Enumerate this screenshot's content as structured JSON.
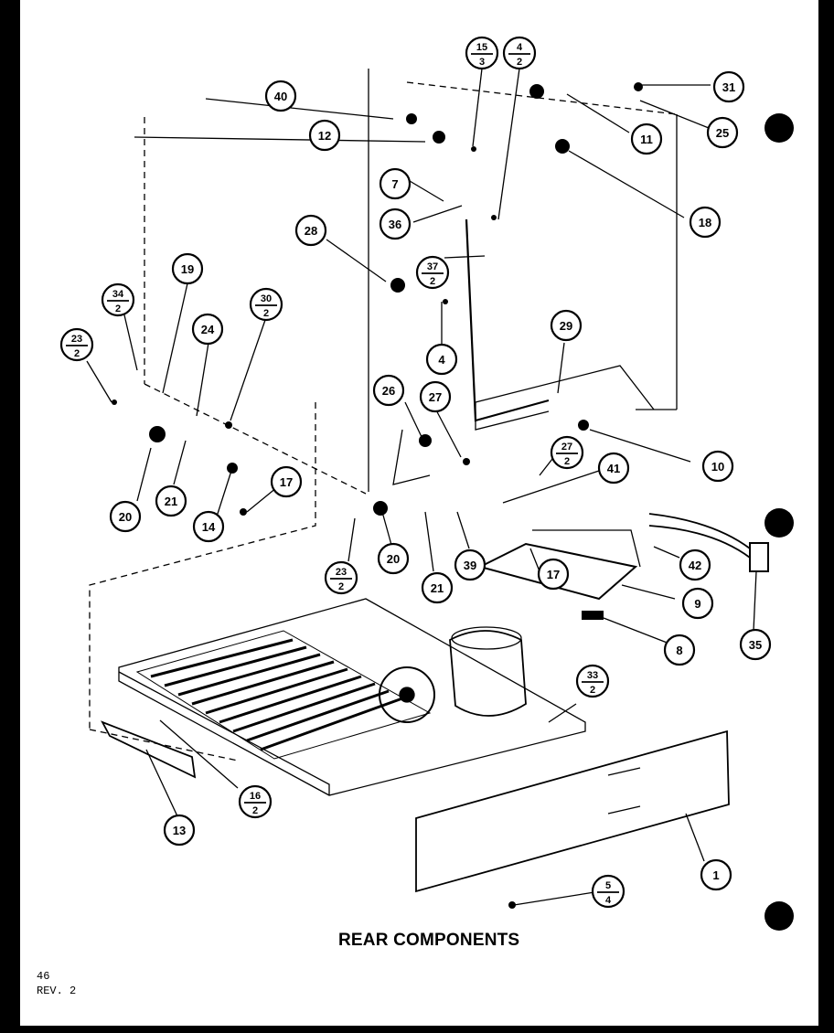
{
  "caption": "REAR COMPONENTS",
  "page_number": "46",
  "revision": "REV. 2",
  "callouts": [
    {
      "n": "1"
    },
    {
      "n": "4"
    },
    {
      "n": "7"
    },
    {
      "n": "8"
    },
    {
      "n": "9"
    },
    {
      "n": "10"
    },
    {
      "n": "11"
    },
    {
      "n": "12"
    },
    {
      "n": "13"
    },
    {
      "n": "14"
    },
    {
      "n": "17"
    },
    {
      "n": "17"
    },
    {
      "n": "18"
    },
    {
      "n": "19"
    },
    {
      "n": "20"
    },
    {
      "n": "20"
    },
    {
      "n": "21"
    },
    {
      "n": "21"
    },
    {
      "n": "24"
    },
    {
      "n": "25"
    },
    {
      "n": "26"
    },
    {
      "n": "27"
    },
    {
      "n": "28"
    },
    {
      "n": "29"
    },
    {
      "n": "31"
    },
    {
      "n": "35"
    },
    {
      "n": "36"
    },
    {
      "n": "39"
    },
    {
      "n": "40"
    },
    {
      "n": "41"
    },
    {
      "n": "42"
    },
    {
      "n": "15",
      "d": "3"
    },
    {
      "n": "4",
      "d": "2"
    },
    {
      "n": "37",
      "d": "2"
    },
    {
      "n": "34",
      "d": "2"
    },
    {
      "n": "23",
      "d": "2"
    },
    {
      "n": "30",
      "d": "2"
    },
    {
      "n": "27",
      "d": "2"
    },
    {
      "n": "23",
      "d": "2"
    },
    {
      "n": "33",
      "d": "2"
    },
    {
      "n": "16",
      "d": "2"
    },
    {
      "n": "5",
      "d": "4"
    }
  ]
}
